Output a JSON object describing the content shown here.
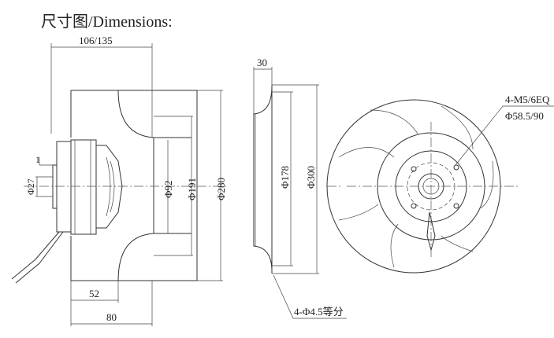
{
  "title": "尺寸图/Dimensions:",
  "side_view": {
    "width_dim": "106/135",
    "shaft_step": "1",
    "shaft_dia": "Φ27",
    "motor_dia": "Φ92",
    "inlet_dia": "Φ191",
    "housing_dia": "Φ280",
    "depth_52": "52",
    "depth_80": "80"
  },
  "plate_view": {
    "thickness": "30",
    "inner_dia": "Φ178",
    "outer_dia": "Φ300",
    "holes": "4-Φ4.5等分"
  },
  "front_view": {
    "thread": "4-M5/6EQ",
    "pcd": "Φ58.5/90"
  }
}
